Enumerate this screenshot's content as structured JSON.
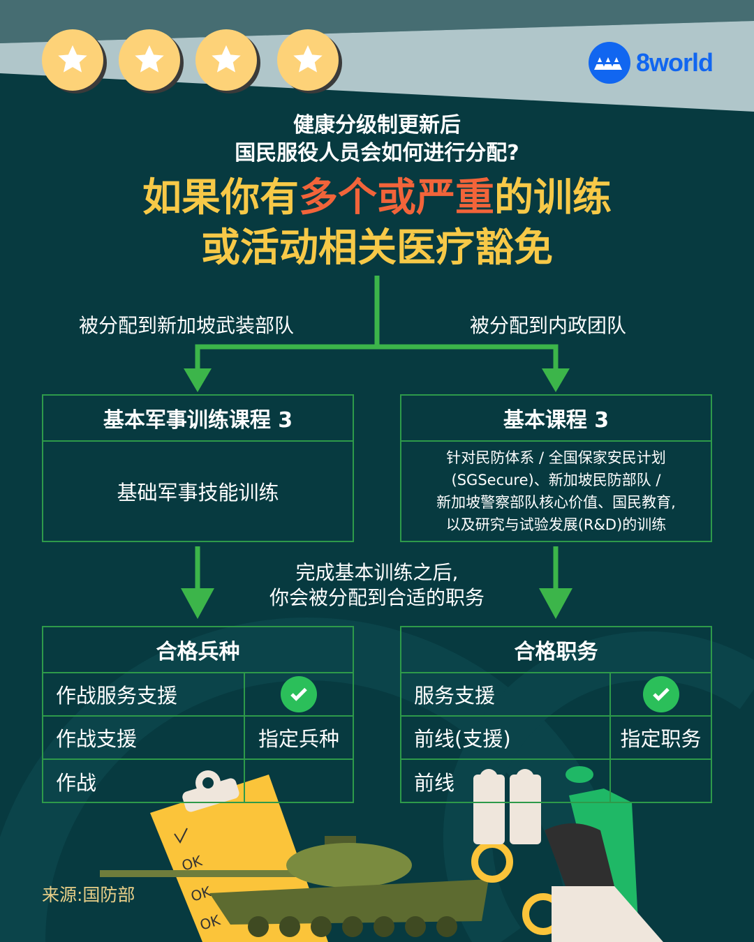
{
  "brand": {
    "name": "8world",
    "color": "#1166f0"
  },
  "rating": {
    "stars": 4,
    "icon": "star-icon"
  },
  "colors": {
    "bg": "#073a40",
    "accent_yellow": "#f7c948",
    "accent_orange": "#f2643a",
    "line_green": "#3cb54a",
    "border_green": "#2e9a4a"
  },
  "header": {
    "subtitle_1": "健康分级制更新后",
    "subtitle_2": "国民服役人员会如何进行分配?"
  },
  "headline": {
    "line1_a": "如果你有",
    "line1_b": "多个或严重",
    "line1_c": "的训练",
    "line2": "或活动相关医疗豁免"
  },
  "branches": {
    "left": "被分配到新加坡武装部队",
    "right": "被分配到内政团队"
  },
  "left_course": {
    "title": "基本军事训练课程 3",
    "body": "基础军事技能训练"
  },
  "right_course": {
    "title": "基本课程 3",
    "body_lines": [
      "针对民防体系 / 全国保家安民计划",
      "(SGSecure)、新加坡民防部队 /",
      "新加坡警察部队核心价值、国民教育,",
      "以及研究与试验发展(R&D)的训练"
    ]
  },
  "middle_note": {
    "line1": "完成基本训练之后,",
    "line2": "你会被分配到合适的职务"
  },
  "left_table": {
    "title": "合格兵种",
    "rows": [
      "作战服务支援",
      "作战支援",
      "作战"
    ],
    "eligible_icon": "check-icon",
    "assigned_label": "指定兵种"
  },
  "right_table": {
    "title": "合格职务",
    "rows": [
      "服务支援",
      "前线(支援)",
      "前线"
    ],
    "eligible_icon": "check-icon",
    "assigned_label": "指定职务"
  },
  "illustration": {
    "ok_marks": [
      "OK",
      "OK",
      "OK"
    ]
  },
  "source": "来源:国防部"
}
